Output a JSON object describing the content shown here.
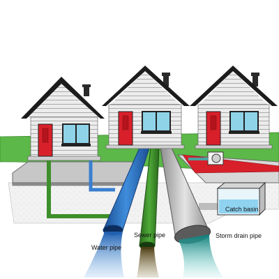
{
  "labels": {
    "water_pipe": "Water pipe",
    "sewer_pipe": "Sewer pipe",
    "storm_drain_pipe": "Storm drain pipe",
    "catch_basin": "Catch basin"
  },
  "colors": {
    "roof": "#1c1c1c",
    "house_siding": "#e9e9e9",
    "door": "#d8202a",
    "window": "#8fd3e8",
    "lawn": "#5cb848",
    "sidewalk": "#bdbdbd",
    "water_pipe": "#3a7fd0",
    "sewer_pipe": "#3d8f2b",
    "storm_pipe": "#c9c9c9",
    "curb_red": "#d8202a",
    "catch_basin_water": "#8fd3f0",
    "outflow_blue": "#2b6fb8",
    "outflow_brown": "#5a4a1c",
    "outflow_teal": "#1b9a94"
  }
}
